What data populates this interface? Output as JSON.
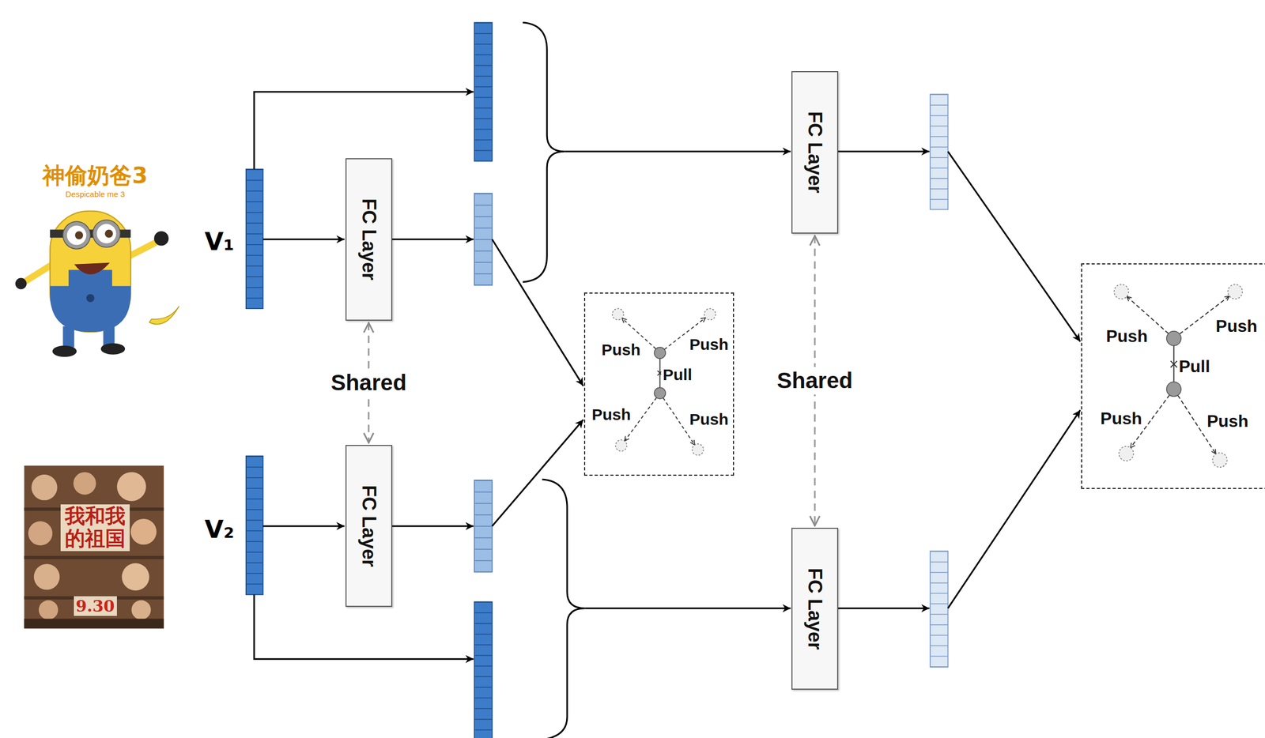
{
  "diagram": {
    "nodes": [
      {
        "text": [
          "FC Layer"
        ]
      },
      {
        "text": [
          "FC Layer"
        ]
      },
      {
        "text": [
          "Push",
          "Push",
          "Pull",
          "Push",
          "Push"
        ]
      },
      {
        "text": [
          "FC Layer"
        ]
      },
      {
        "text": [
          "FC Layer"
        ]
      },
      {
        "text": [
          "Push",
          "Push",
          "Pull",
          "Push",
          "Push"
        ]
      }
    ],
    "edges": [
      {
        "from": 0,
        "to": 1,
        "arrow": "both",
        "label": "Shared"
      },
      {
        "from": 3,
        "to": 4,
        "arrow": "both",
        "label": "Shared"
      }
    ],
    "labels": [
      "神偷奶爸3",
      "Despicable me 3",
      "V₁",
      "我和我的祖国",
      "9.30",
      "V₂"
    ]
  }
}
